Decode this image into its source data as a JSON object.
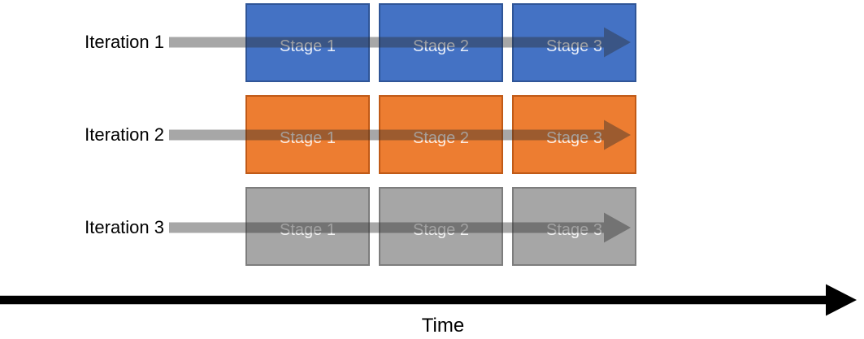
{
  "diagram": {
    "rows": [
      {
        "label": "Iteration 1",
        "stages": [
          "Stage 1",
          "Stage 2",
          "Stage 3"
        ],
        "box_fill": "#4472C4",
        "box_border": "#2F5597"
      },
      {
        "label": "Iteration 2",
        "stages": [
          "Stage 1",
          "Stage 2",
          "Stage 3"
        ],
        "box_fill": "#ED7D31",
        "box_border": "#C05A17"
      },
      {
        "label": "Iteration 3",
        "stages": [
          "Stage 1",
          "Stage 2",
          "Stage 3"
        ],
        "box_fill": "#A6A6A6",
        "box_border": "#7D7D7D"
      }
    ],
    "row_arrow_color": "rgba(45,45,45,0.42)",
    "stage_text_color": "rgba(255,255,255,0.88)",
    "label_color": "#000000",
    "time_axis": {
      "label": "Time",
      "arrow_color": "#000000"
    }
  }
}
